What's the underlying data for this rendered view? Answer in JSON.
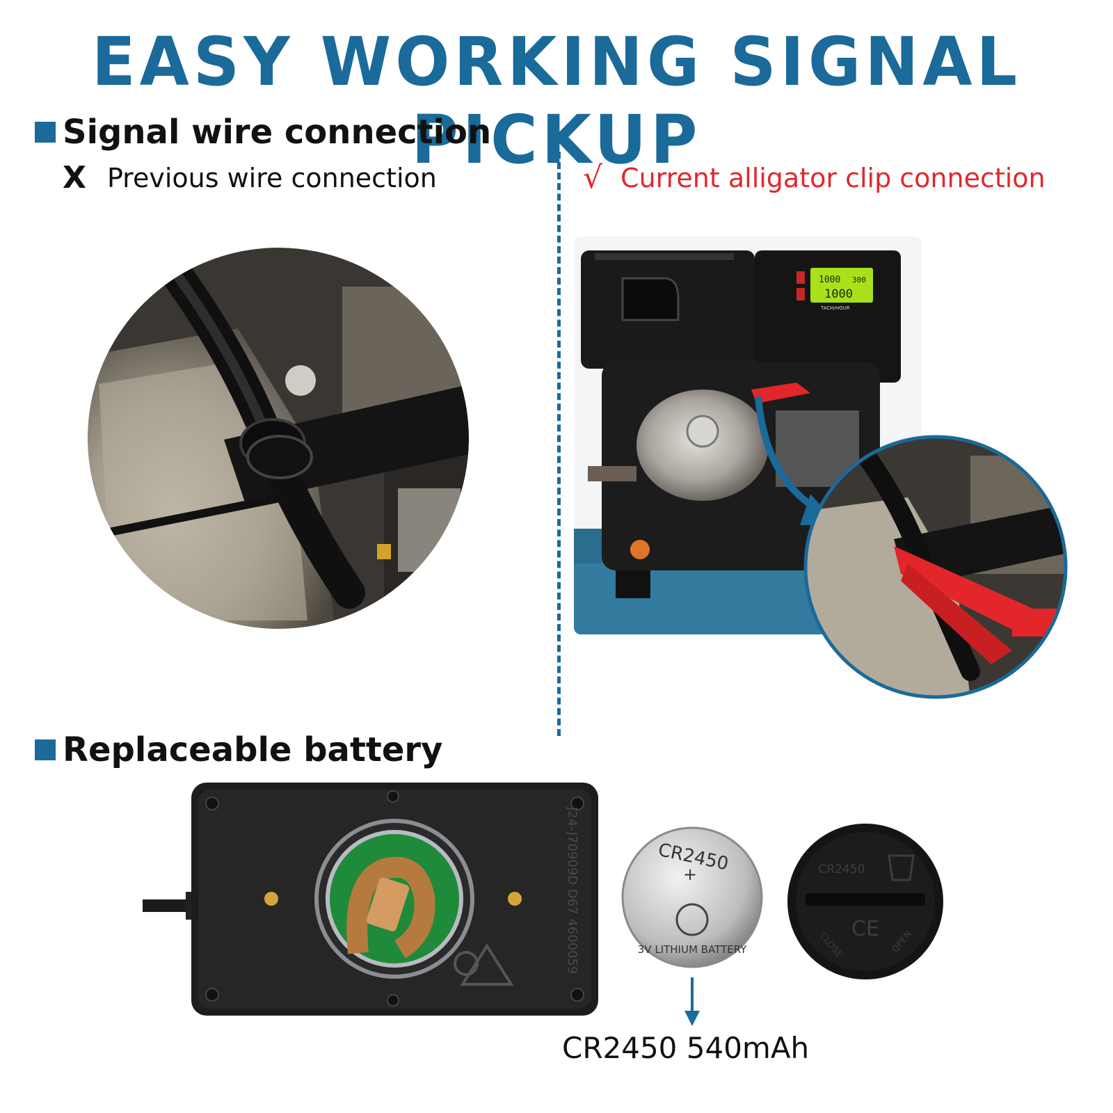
{
  "header": {
    "title": "EASY WORKING SIGNAL PICKUP"
  },
  "signal_section": {
    "heading": "Signal wire connection",
    "previous": {
      "mark": "X",
      "label": "Previous wire connection"
    },
    "current": {
      "mark": "√",
      "label": "Current alligator clip connection"
    }
  },
  "meter_display": {
    "line1_left": "1000",
    "line1_right": "300",
    "line2": "1000",
    "brand": "TACH/HOUR"
  },
  "battery_section": {
    "heading": "Replaceable battery",
    "coin_text": "CR2450",
    "coin_plus": "+",
    "coin_ring": "3V LITHIUM BATTERY",
    "serial": "J24-J70909D D67 4600059",
    "cap_text": "CR2450",
    "cap_close": "CLOSE",
    "cap_open": "OPEN",
    "cap_ce": "CE",
    "spec": "CR2450 540mAh"
  },
  "colors": {
    "accent": "#1a6a9a",
    "current_red": "#e0282c",
    "clip_red": "#e3262a"
  }
}
